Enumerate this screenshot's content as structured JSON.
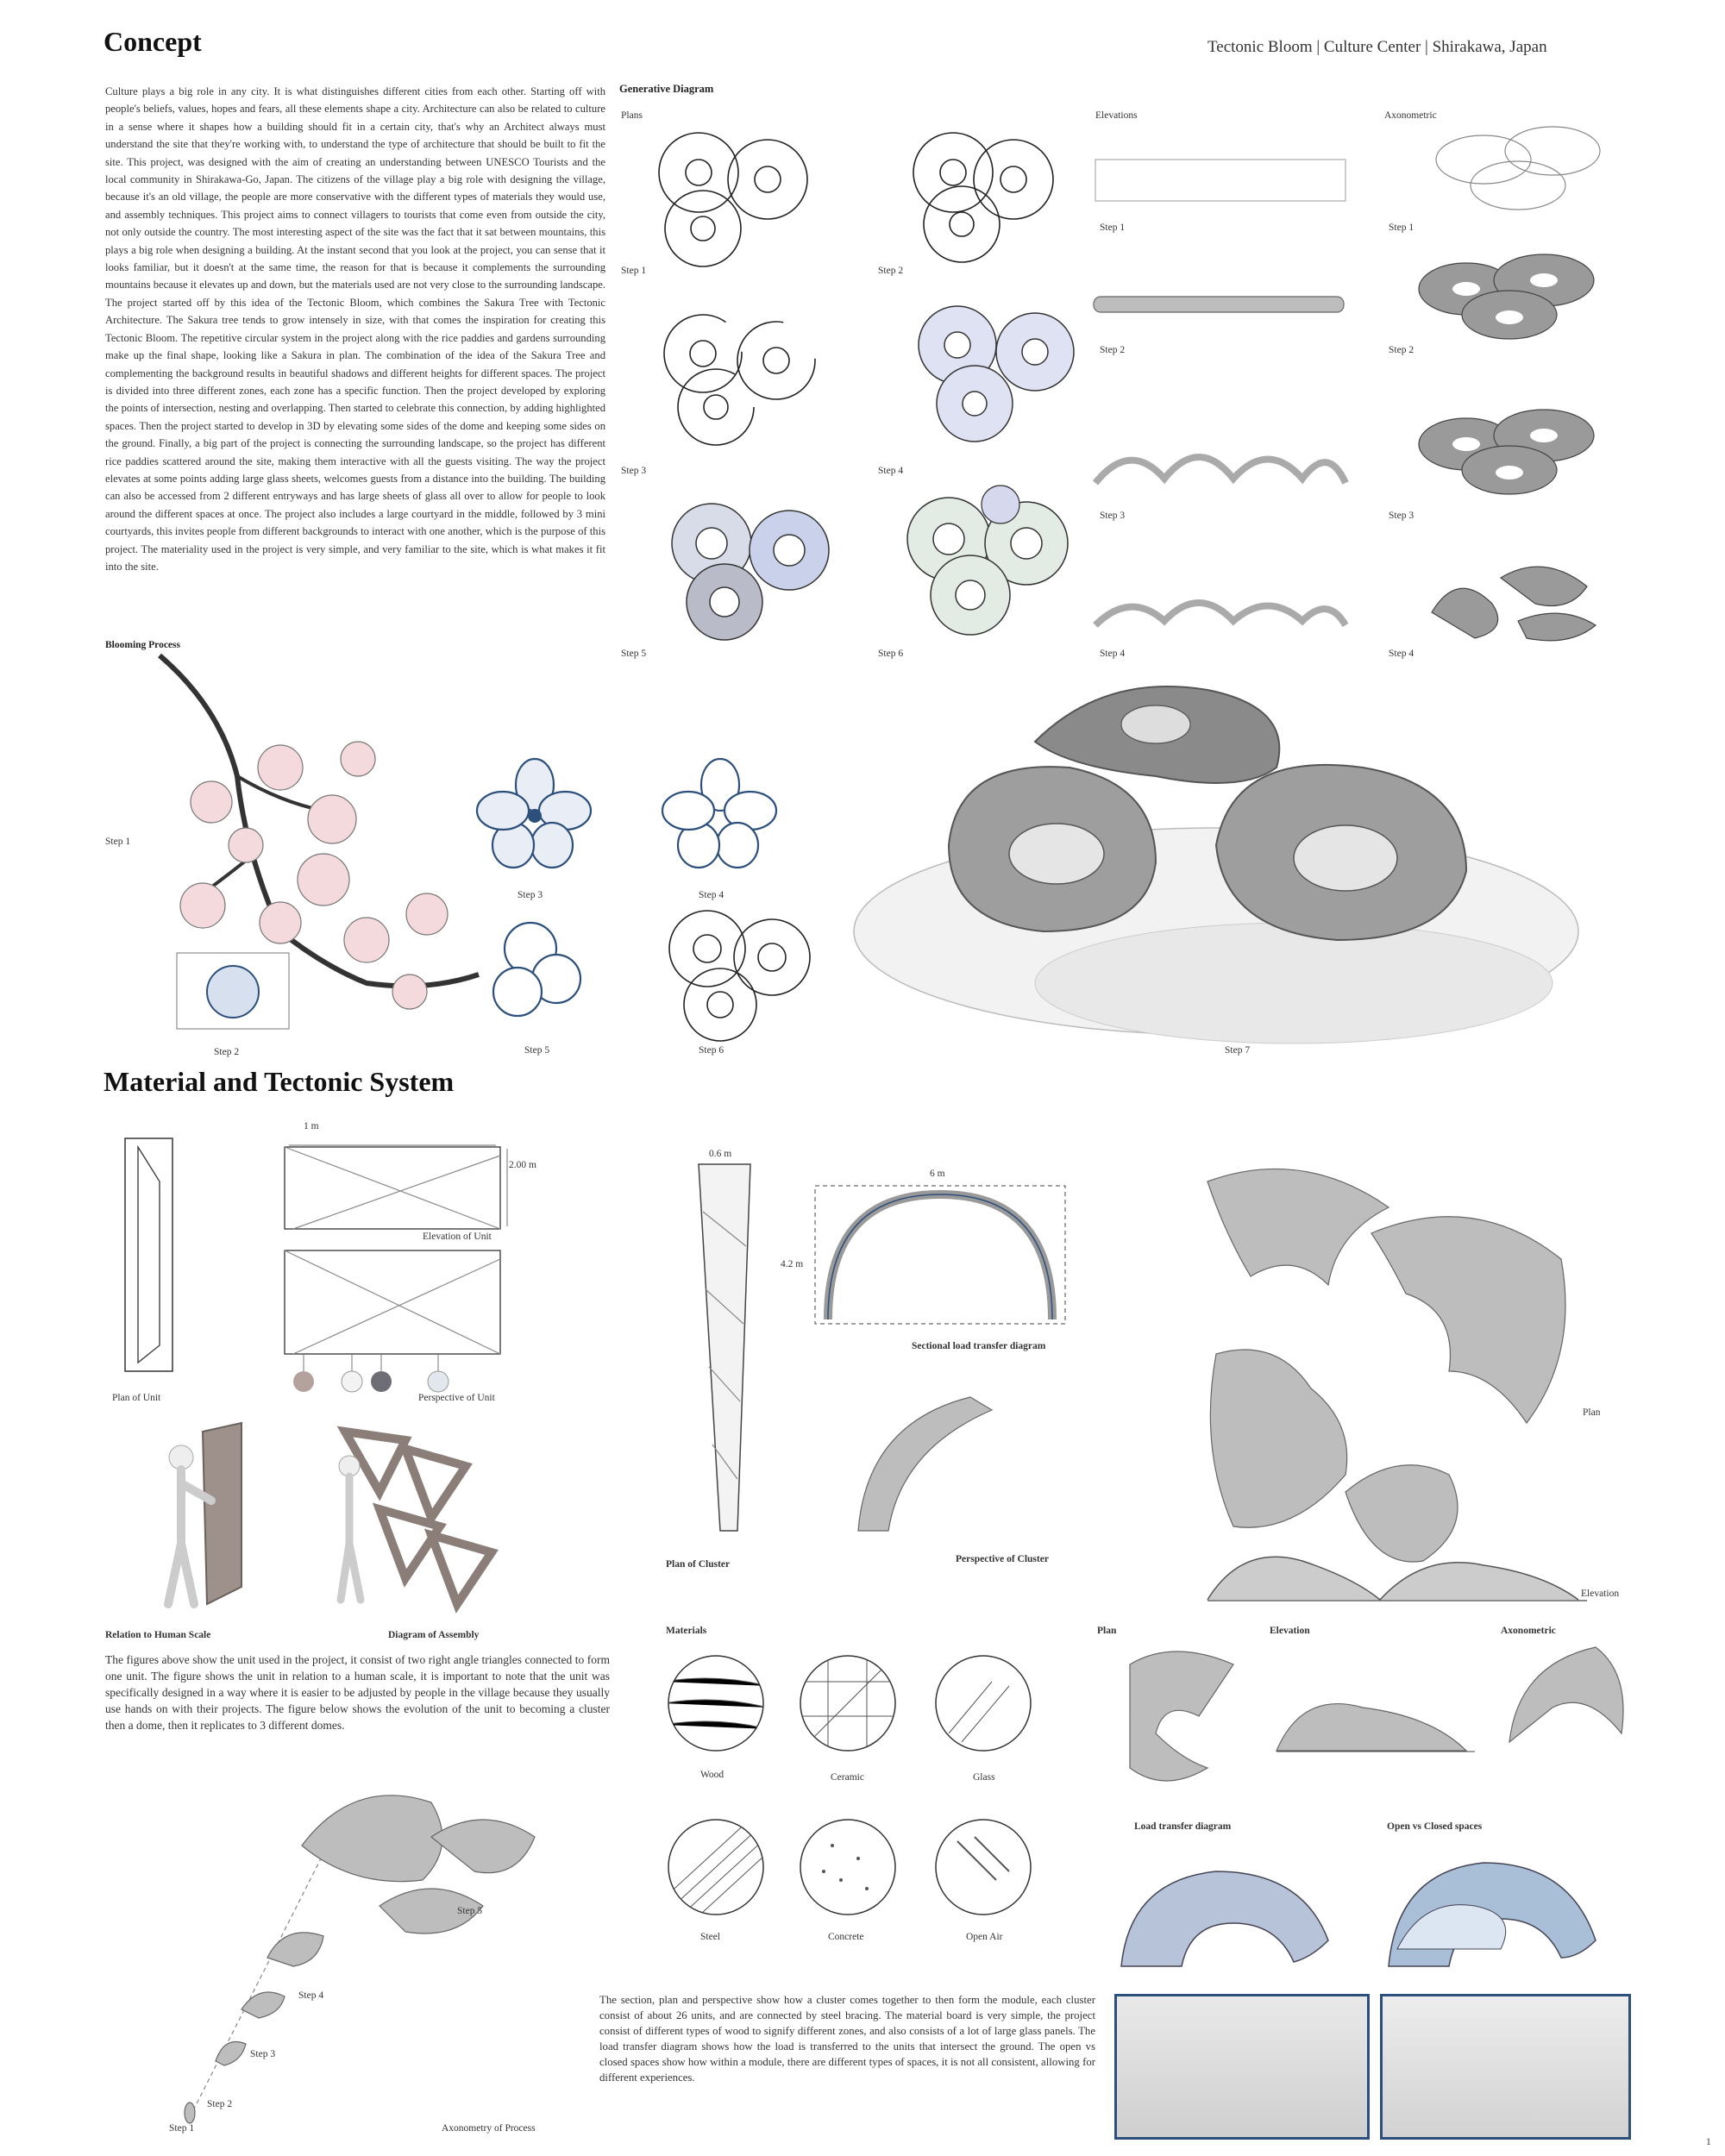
{
  "concept": {
    "title": "Concept",
    "project": "Tectonic Bloom  |  Culture Center  |  Shirakawa, Japan",
    "paragraph": "Culture plays a big role in any city. It is what distinguishes different cities from each other. Starting off with people's beliefs, values, hopes and fears, all these elements shape a city. Architecture can also be related to culture in a sense where it shapes how a building should fit in a certain city, that's why an Architect always must understand the site that they're working with, to understand the type of architecture that should be built to fit the site. This project, was designed with the aim of creating an understanding between UNESCO Tourists and the local community in Shirakawa-Go, Japan. The citizens of the village play a big role with designing the village, because it's an old village, the people are more conservative with the different types of materials they would use, and assembly techniques. This project aims to connect villagers to tourists that come even from outside the city, not only outside the country. The most interesting aspect of the site was the fact that it sat between mountains, this plays a big role when designing a building. At the instant second that you look at the project, you can sense that it looks familiar, but it doesn't at the same time, the reason for that is because it complements the surrounding mountains because it elevates up and down, but the materials used are not very close to the surrounding landscape. The project started off by this idea of the Tectonic Bloom, which combines the Sakura Tree with Tectonic Architecture. The Sakura tree tends to grow intensely in size, with that comes the inspiration for creating this Tectonic Bloom. The repetitive circular system in the project along with the rice paddies and gardens surrounding make up the final shape, looking like a Sakura in plan. The combination of the idea of the Sakura Tree and complementing the background results in beautiful shadows and different heights for different spaces. The project is divided into three different zones, each zone has a specific function. Then the project developed by exploring the points of intersection, nesting and overlapping. Then started to celebrate this connection, by adding highlighted spaces. Then the project started to develop in 3D by elevating some sides of the dome and keeping some sides on the ground. Finally, a big part of the project is connecting the surrounding landscape, so the project has different rice paddies scattered around the site, making them interactive with all the guests visiting. The way the project elevates at some points adding large glass sheets, welcomes guests from a distance into the building. The building can also be accessed from 2 different entryways and has large sheets of glass all over to allow for people to look around the different spaces at once. The project also includes a large courtyard in the middle, followed by 3 mini courtyards, this invites people from different backgrounds to interact with one another, which is the purpose of this project. The materiality used in the project is very simple, and very familiar to the site, which is what makes it fit into the site."
  },
  "generative": {
    "title": "Generative Diagram",
    "plans": "Plans",
    "elevations": "Elevations",
    "axonometric": "Axonometric",
    "steps": [
      "Step 1",
      "Step 2",
      "Step 3",
      "Step 4",
      "Step 5",
      "Step 6"
    ]
  },
  "blooming": {
    "title": "Blooming Process",
    "steps": [
      "Step 1",
      "Step 2",
      "Step 3",
      "Step 4",
      "Step 5",
      "Step 6",
      "Step 7"
    ]
  },
  "material": {
    "title": "Material and Tectonic System",
    "dims": {
      "unit_w": "1 m",
      "unit_h": "2.00 m",
      "cluster_w": "0.6 m",
      "arch_w": "6 m",
      "arch_h": "4.2 m"
    },
    "labels": {
      "elevation_unit": "Elevation of Unit",
      "plan_unit": "Plan of Unit",
      "perspective_unit": "Perspective of Unit",
      "human_scale": "Relation to Human Scale",
      "assembly": "Diagram of Assembly",
      "plan_cluster": "Plan of Cluster",
      "sectional": "Sectional load transfer diagram",
      "perspective_cluster": "Perspective of Cluster",
      "plan": "Plan",
      "elevation": "Elevation",
      "axonometric": "Axonometric",
      "load_transfer": "Load transfer diagram",
      "open_closed": "Open vs Closed spaces",
      "materials": "Materials",
      "axo_process": "Axonometry of Process"
    },
    "materials": [
      "Wood",
      "Ceramic",
      "Glass",
      "Steel",
      "Concrete",
      "Open Air"
    ],
    "process_steps": [
      "Step 1",
      "Step 2",
      "Step 3",
      "Step 4",
      "Step 5"
    ],
    "text1": "The figures above show the unit used in the project, it consist of two right angle triangles connected to form one unit. The figure shows the unit in relation to a human scale, it is important to note that the unit was specifically designed in a way where it is easier to be adjusted by people in the village because they usually use hands on with their projects. The figure below shows the evolution of the unit to becoming a cluster then a dome, then it replicates to 3 different domes.",
    "text2": "The section, plan and perspective show how a cluster comes together to then form the module, each cluster consist of about 26 units, and are connected by steel bracing. The material board is very simple, the project consist of different types of wood to signify different zones, and also consists of a lot of large glass panels. The load transfer diagram shows how the load is transferred to the units that intersect the ground. The open vs closed spaces show how within a module, there are different types of spaces, it is not all consistent, allowing for different experiences.",
    "page_number": "1"
  }
}
